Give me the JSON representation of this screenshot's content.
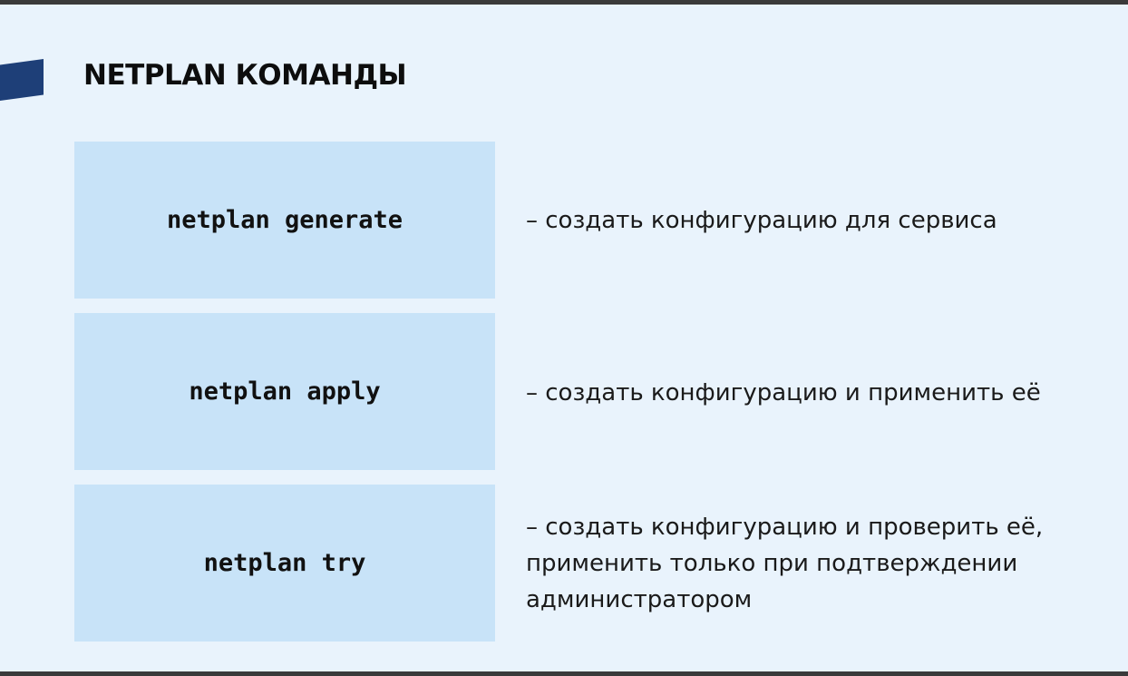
{
  "slide": {
    "title": "NETPLAN КОМАНДЫ",
    "accent_color": "#1e3f78",
    "background_color": "#e9f3fc",
    "box_color": "#c8e3f8"
  },
  "commands": [
    {
      "command": "netplan generate",
      "description": [
        "– создать конфигурацию для сервиса"
      ]
    },
    {
      "command": "netplan apply",
      "description": [
        "– создать конфигурацию и применить её"
      ]
    },
    {
      "command": "netplan try",
      "description": [
        "– создать конфигурацию и проверить её,",
        "применить только при подтверждении",
        "администратором"
      ]
    }
  ]
}
